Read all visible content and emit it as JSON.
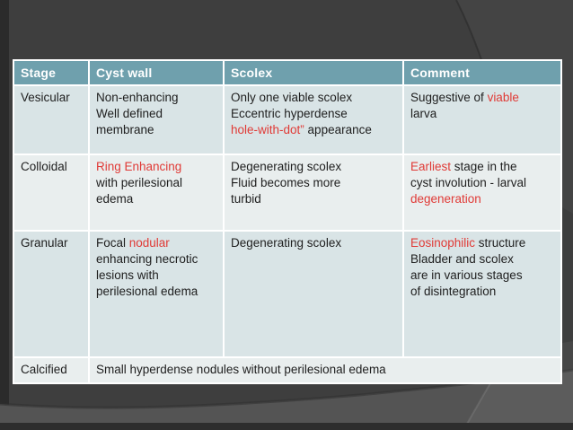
{
  "slide": {
    "colors": {
      "slide_bg": "#3e3e3e",
      "header_bg": "#6fa0ad",
      "header_text": "#ffffff",
      "body_text": "#1e1e1e",
      "band_a": "#d9e4e6",
      "band_b": "#e9eeee",
      "table_border": "#ffffff",
      "red_text": "#e03a36"
    },
    "table": {
      "headers": [
        "Stage",
        "Cyst wall",
        "Scolex",
        "Comment"
      ],
      "rows": [
        {
          "name": "vesicular",
          "cells": [
            [
              {
                "t": "Vesicular"
              }
            ],
            [
              {
                "t": "Non-enhancing\nWell defined\nmembrane"
              }
            ],
            [
              {
                "t": "Only one viable scolex\nEccentric hyperdense\n"
              },
              {
                "t": "hole-with-dot”",
                "red": true
              },
              {
                "t": " appearance"
              }
            ],
            [
              {
                "t": "Suggestive of "
              },
              {
                "t": "viable",
                "red": true
              },
              {
                "t": "\nlarva"
              }
            ]
          ]
        },
        {
          "name": "colloidal",
          "cells": [
            [
              {
                "t": "Colloidal"
              }
            ],
            [
              {
                "t": "Ring Enhancing",
                "red": true
              },
              {
                "t": "\nwith perilesional\nedema"
              }
            ],
            [
              {
                "t": "Degenerating scolex\nFluid becomes more\nturbid"
              }
            ],
            [
              {
                "t": "Earliest",
                "red": true
              },
              {
                "t": " stage in the\ncyst involution - larval\n"
              },
              {
                "t": "degeneration",
                "red": true
              }
            ]
          ]
        },
        {
          "name": "granular",
          "cells": [
            [
              {
                "t": "Granular"
              }
            ],
            [
              {
                "t": "Focal "
              },
              {
                "t": "nodular",
                "red": true
              },
              {
                "t": "\nenhancing necrotic\nlesions with\nperilesional edema"
              }
            ],
            [
              {
                "t": "Degenerating scolex"
              }
            ],
            [
              {
                "t": "Eosinophilic",
                "red": true
              },
              {
                "t": " structure\nBladder and scolex\nare in various stages\nof disintegration"
              }
            ]
          ]
        },
        {
          "name": "calcified",
          "cells": [
            [
              {
                "t": "Calcified"
              }
            ],
            [
              {
                "t": "Small hyperdense nodules without perilesional edema"
              }
            ]
          ]
        }
      ]
    }
  }
}
